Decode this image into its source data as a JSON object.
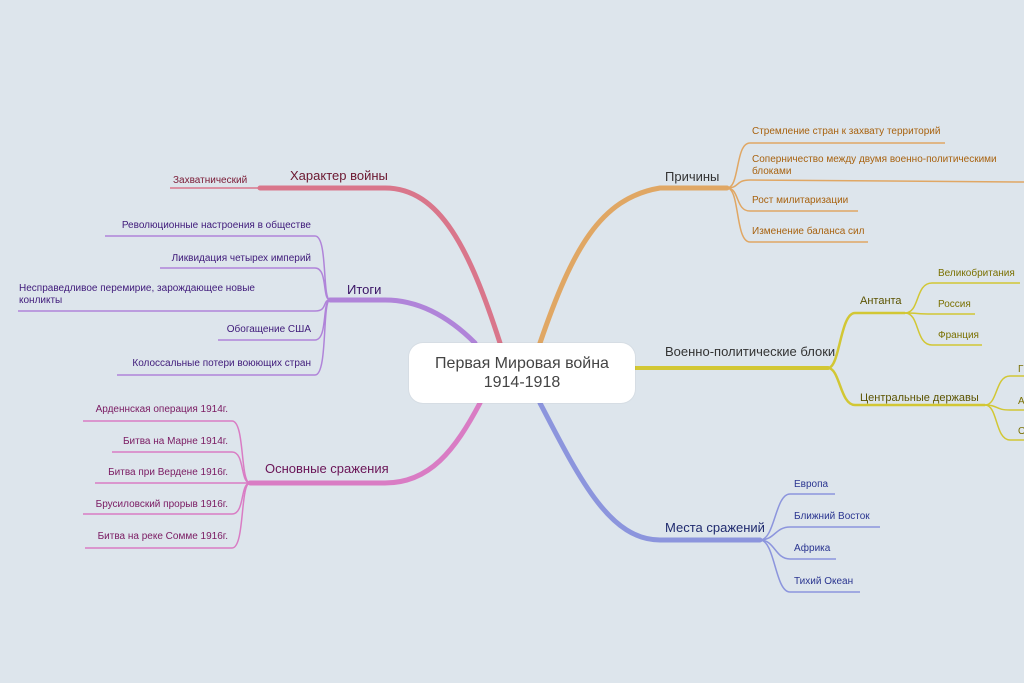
{
  "center": {
    "title": "Первая Мировая война",
    "subtitle": "1914-1918"
  },
  "colors": {
    "causes": "#e0a764",
    "blocs": "#d2c734",
    "places": "#8c95dd",
    "battles": "#d97cc4",
    "results": "#b084d9",
    "nature": "#d9768b",
    "background": "#dde5ec"
  },
  "branches": {
    "causes": {
      "label": "Причины",
      "items": [
        "Стремление стран к захвату территорий",
        "Соперничество между двумя военно-политическими",
        "блоками",
        "Рост милитаризации",
        "Изменение баланса сил"
      ]
    },
    "blocs": {
      "label": "Военно-политические блоки",
      "entente": {
        "label": "Антанта",
        "items": [
          "Великобритания",
          "Россия",
          "Франция"
        ]
      },
      "central": {
        "label": "Центральные державы",
        "items": [
          "Г",
          "А",
          "О"
        ]
      }
    },
    "places": {
      "label": "Места сражений",
      "items": [
        "Европа",
        "Ближний Восток",
        "Африка",
        "Тихий Океан"
      ]
    },
    "nature": {
      "label": "Характер войны",
      "items": [
        "Захватнический"
      ]
    },
    "results": {
      "label": "Итоги",
      "items": [
        "Революционные настроения в обществе",
        "Ликвидация четырех империй",
        "Несправедливое перемирие, зарождающее новые",
        "конликты",
        "Обогащение США",
        "Колоссальные потери воюющих стран"
      ]
    },
    "battles": {
      "label": "Основные сражения",
      "items": [
        "Арденнская операция 1914г.",
        "Битва на Марне 1914г.",
        "Битва при Вердене 1916г.",
        "Брусиловский прорыв 1916г.",
        "Битва на реке Сомме 1916г."
      ]
    }
  }
}
